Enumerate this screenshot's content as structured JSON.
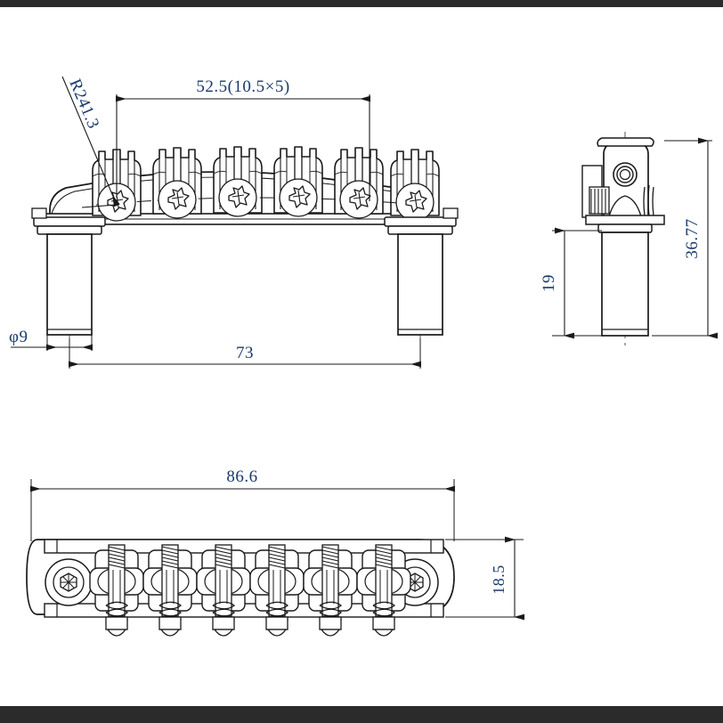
{
  "drawing": {
    "title": "Guitar Bridge Technical Drawing",
    "background_color": "#ffffff",
    "band_color": "#2b2b2b",
    "line_color": "#1a1a1a",
    "dim_text_color": "#1b3a6b",
    "centerline_color": "#555555"
  },
  "views": {
    "front": {
      "name": "front-elevation-view",
      "saddle_count": 6
    },
    "side": {
      "name": "right-side-view"
    },
    "plan": {
      "name": "top-plan-view",
      "saddle_count": 6
    }
  },
  "dimensions": {
    "saddle_span": "52.5(10.5×5)",
    "radius": "R241.3",
    "post_diameter": "φ9",
    "post_spacing": "73",
    "overall_height": "36.77",
    "post_length": "19",
    "overall_length": "86.6",
    "body_width": "18.5"
  }
}
